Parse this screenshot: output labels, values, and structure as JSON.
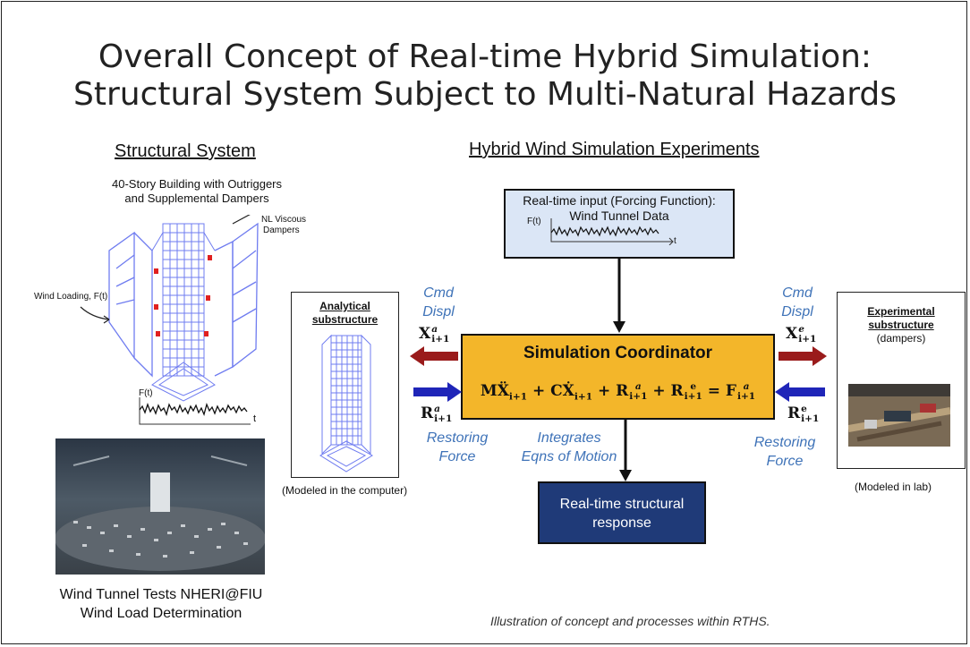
{
  "title_line1": "Overall Concept of Real-time Hybrid Simulation:",
  "title_line2": "Structural System Subject to Multi-Natural Hazards",
  "left": {
    "heading": "Structural System",
    "building_caption_1": "40-Story Building with Outriggers",
    "building_caption_2": "and Supplemental Dampers",
    "dampers_label_1": "NL Viscous",
    "dampers_label_2": "Dampers",
    "wind_loading_label": "Wind Loading, F(t)",
    "ft_label": "F(t)",
    "t_label": "t",
    "tunnel_caption_1": "Wind Tunnel Tests NHERI@FIU",
    "tunnel_caption_2": "Wind Load Determination"
  },
  "right": {
    "heading": "Hybrid Wind Simulation Experiments",
    "input_box_line1": "Real-time input (Forcing Function):",
    "input_box_line2": "Wind Tunnel Data",
    "input_ft_label": "F(t)",
    "input_t_label": "t",
    "analytical_title_1": "Analytical",
    "analytical_title_2": "substructure",
    "analytical_note": "(Modeled in the computer)",
    "experimental_title_1": "Experimental",
    "experimental_title_2": "substructure",
    "experimental_sub": "(dampers)",
    "experimental_note": "(Modeled in lab)",
    "cmd_left_1": "Cmd",
    "cmd_left_2": "Displ",
    "cmd_right_1": "Cmd",
    "cmd_right_2": "Displ",
    "restoring_left_1": "Restoring",
    "restoring_left_2": "Force",
    "restoring_right_1": "Restoring",
    "restoring_right_2": "Force",
    "integrates_1": "Integrates",
    "integrates_2": "Eqns of Motion",
    "coordinator_title": "Simulation Coordinator",
    "response_line1": "Real-time structural",
    "response_line2": "response",
    "footer_caption": "Illustration of concept and processes within RTHS."
  },
  "colors": {
    "coordinator_fill": "#f3b62a",
    "response_fill": "#1f3a78",
    "input_fill": "#dbe6f6",
    "arrow_red": "#9a1b1b",
    "arrow_blue": "#1f25b8",
    "italic_blue": "#3f73b8",
    "structure_blue": "#6f7cf0"
  }
}
